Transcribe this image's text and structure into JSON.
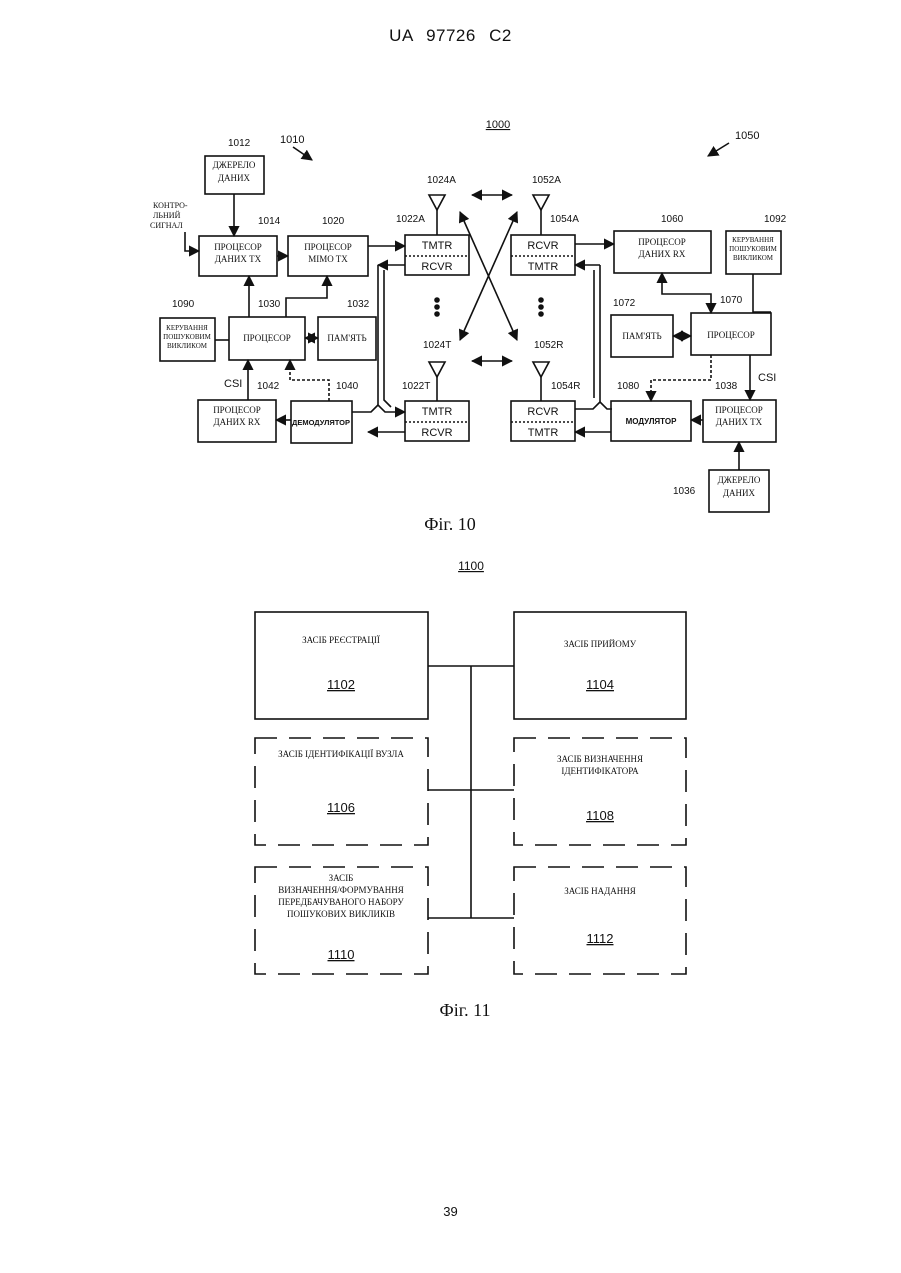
{
  "header": {
    "title": "UA 97726 C2"
  },
  "page_number": "39",
  "fig10": {
    "caption": "Фіг. 10",
    "ref_main": "1000",
    "ref_1010": "1010",
    "ref_1050": "1050",
    "control_label": [
      "КОНТРО-",
      "ЛЬНИЙ",
      "СИГНАЛ"
    ],
    "blocks": {
      "b1012": {
        "ref": "1012",
        "lines": [
          "ДЖЕРЕЛО",
          "ДАНИХ"
        ]
      },
      "b1014": {
        "ref": "1014",
        "lines": [
          "ПРОЦЕСОР",
          "ДАНИХ TX"
        ]
      },
      "b1020": {
        "ref": "1020",
        "lines": [
          "ПРОЦЕСОР",
          "MIMO TX"
        ]
      },
      "b1030": {
        "ref": "1030",
        "lines": [
          "ПРОЦЕСОР"
        ]
      },
      "b1032": {
        "ref": "1032",
        "lines": [
          "ПАМ'ЯТЬ"
        ]
      },
      "b1090": {
        "ref": "1090",
        "lines": [
          "КЕРУВАННЯ",
          "ПОШУКОВИМ",
          "ВИКЛИКОМ"
        ]
      },
      "b1042": {
        "ref": "1042",
        "lines": [
          "ПРОЦЕСОР",
          "ДАНИХ RX"
        ]
      },
      "b1040": {
        "ref": "1040",
        "lines": [
          "ДЕМОДУЛЯТОР"
        ]
      },
      "b1060": {
        "ref": "1060",
        "lines": [
          "ПРОЦЕСОР",
          "ДАНИХ RX"
        ]
      },
      "b1092": {
        "ref": "1092",
        "lines": [
          "КЕРУВАННЯ",
          "ПОШУКОВИМ",
          "ВИКЛИКОМ"
        ]
      },
      "b1072": {
        "ref": "1072",
        "lines": [
          "ПАМ'ЯТЬ"
        ]
      },
      "b1070": {
        "ref": "1070",
        "lines": [
          "ПРОЦЕСОР"
        ]
      },
      "b1080": {
        "ref": "1080",
        "lines": [
          "МОДУЛЯТОР"
        ]
      },
      "b1038": {
        "ref": "1038",
        "lines": [
          "ПРОЦЕСОР",
          "ДАНИХ TX"
        ]
      },
      "b1036": {
        "ref": "1036",
        "lines": [
          "ДЖЕРЕЛО",
          "ДАНИХ"
        ]
      }
    },
    "transceivers": {
      "t1022A": {
        "ref": "1022A",
        "top": "TMTR",
        "bottom": "RCVR"
      },
      "t1022T": {
        "ref": "1022T",
        "top": "TMTR",
        "bottom": "RCVR"
      },
      "t1054A": {
        "ref": "1054A",
        "top": "RCVR",
        "bottom": "TMTR"
      },
      "t1054R": {
        "ref": "1054R",
        "top": "RCVR",
        "bottom": "TMTR"
      }
    },
    "antennas": {
      "a1024A": "1024A",
      "a1024T": "1024T",
      "a1052A": "1052A",
      "a1052R": "1052R"
    },
    "csi_left": "CSI",
    "csi_right": "CSI"
  },
  "fig11": {
    "caption": "Фіг. 11",
    "ref_main": "1100",
    "boxes": [
      {
        "id": "1102",
        "lines": [
          "ЗАСІБ РЕЄСТРАЦІЇ"
        ],
        "style": "solid"
      },
      {
        "id": "1104",
        "lines": [
          "ЗАСІБ ПРИЙОМУ"
        ],
        "style": "solid"
      },
      {
        "id": "1106",
        "lines": [
          "ЗАСІБ ІДЕНТИФІКАЦІЇ ВУЗЛА"
        ],
        "style": "dashed"
      },
      {
        "id": "1108",
        "lines": [
          "ЗАСІБ ВИЗНАЧЕННЯ",
          "ІДЕНТИФІКАТОРА"
        ],
        "style": "dashed"
      },
      {
        "id": "1110",
        "lines": [
          "ЗАСІБ",
          "ВИЗНАЧЕННЯ/ФОРМУВАННЯ",
          "ПЕРЕДБАЧУВАНОГО НАБОРУ",
          "ПОШУКОВИХ ВИКЛИКІВ"
        ],
        "style": "dashed"
      },
      {
        "id": "1112",
        "lines": [
          "ЗАСІБ НАДАННЯ"
        ],
        "style": "dashed"
      }
    ]
  }
}
